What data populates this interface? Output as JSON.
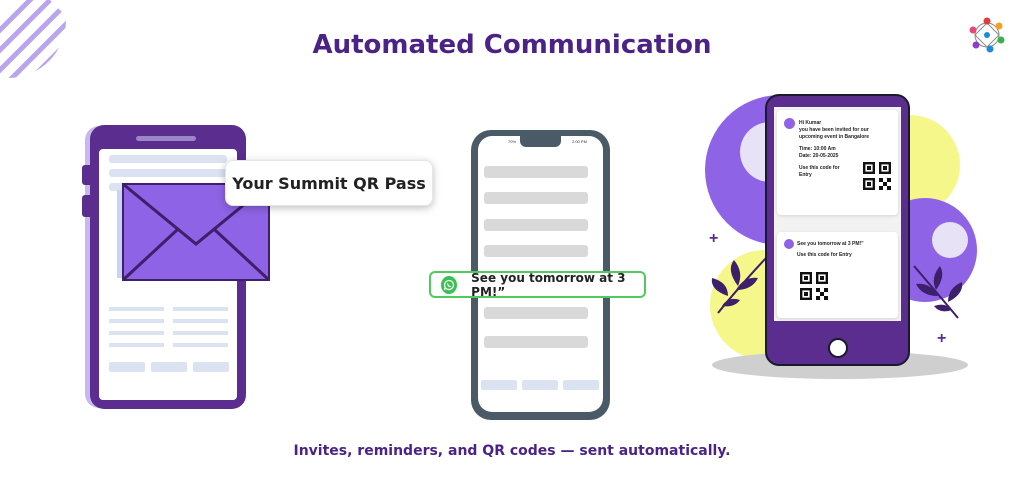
{
  "header": {
    "title": "Automated Communication"
  },
  "footer": {
    "tagline": "Invites, reminders, and QR codes — sent automatically."
  },
  "left_phone": {
    "badge_text": "Your Summit QR Pass"
  },
  "middle_phone": {
    "status_left": "70%",
    "status_right": "2:00 PM",
    "whatsapp_message": "See you tomorrow at 3 PM!”"
  },
  "right_phone": {
    "invite": {
      "greeting": "Hi Kumar",
      "line1": "you have been invited for our",
      "line2": "upcoming event in Bangalore",
      "time": "Time: 10:00 Am",
      "date": "Date: 20-05-2025",
      "code_line1": "Use this code for",
      "code_line2": "Entry"
    },
    "reminder": {
      "message": "See you tomorrow at 3 PM!”",
      "code_line": "Use this code for Entry"
    }
  },
  "colors": {
    "brand_purple": "#4b2386",
    "phone_purple": "#5b2d8e",
    "envelope": "#8e63e6",
    "whatsapp_green": "#39c250",
    "accent_yellow": "#f6f78a",
    "phone_gray": "#4a5a66"
  },
  "icons": [
    "stripes-decoration",
    "logo-network-icon",
    "envelope-icon",
    "whatsapp-icon",
    "qr-code-icon",
    "leaf-icon",
    "plus-icon",
    "home-button-icon"
  ]
}
